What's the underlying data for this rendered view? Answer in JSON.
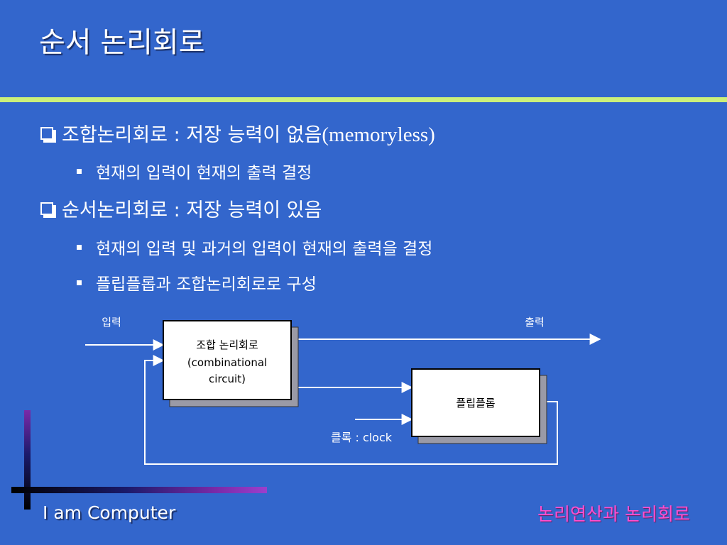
{
  "slide": {
    "title": "순서 논리회로",
    "bullets": [
      {
        "text": "조합논리회로 : 저장 능력이 없음",
        "eng": "(memoryless)"
      },
      {
        "text": "현재의 입력이 현재의 출력 결정"
      },
      {
        "text": "순서논리회로 : 저장 능력이 있음"
      },
      {
        "text": "현재의 입력 및 과거의 입력이 현재의 출력을 결정"
      },
      {
        "text": "플립플롭과 조합논리회로로 구성"
      }
    ]
  },
  "diagram": {
    "input_label": "입력",
    "output_label": "출력",
    "comb_block": {
      "line1": "조합 논리회로",
      "line2": "(combinational",
      "line3": "circuit)"
    },
    "ff_block": {
      "label": "플립플롭"
    },
    "clock_label": "클록 : clock"
  },
  "footer": {
    "left": "I am Computer",
    "right": "논리연산과 논리회로"
  },
  "colors": {
    "background": "#3366cc",
    "title_bar": "#ccf07a",
    "footer_right": "#ff4fd0"
  }
}
